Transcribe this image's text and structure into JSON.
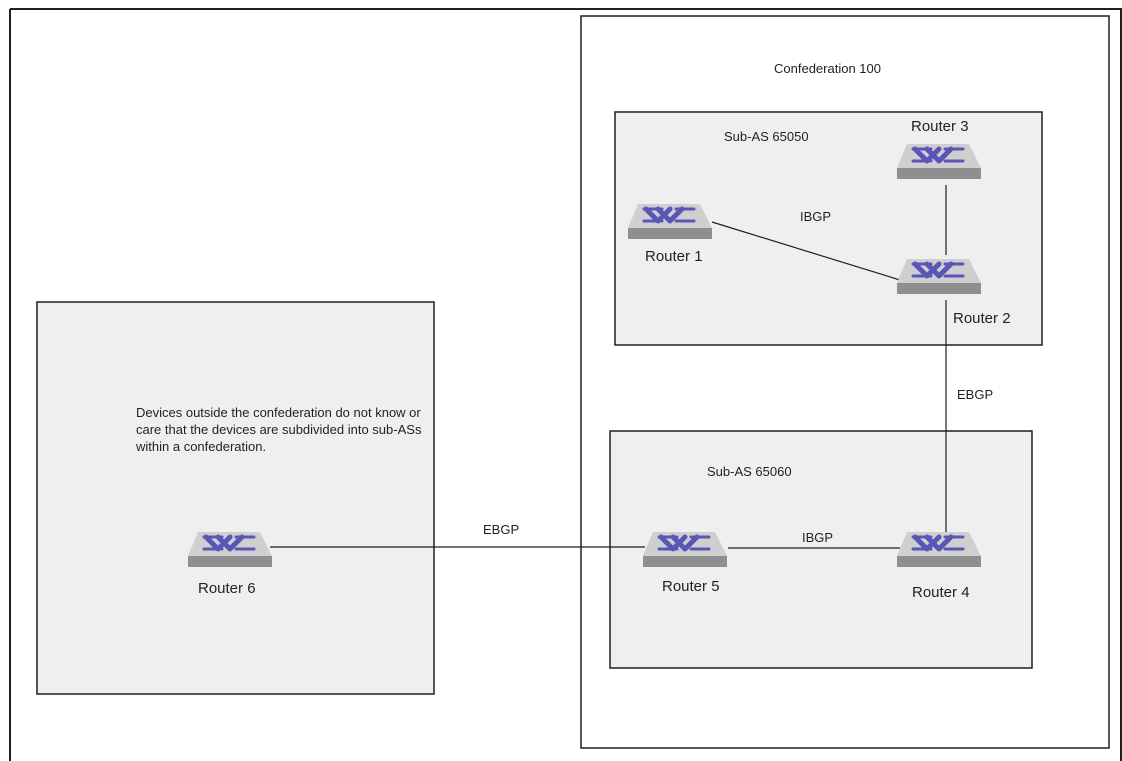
{
  "confederation": {
    "label": "Confederation 100"
  },
  "sub_as_top": {
    "label": "Sub-AS 65050"
  },
  "sub_as_bottom": {
    "label": "Sub-AS 65060"
  },
  "external_as": {
    "note": "Devices outside the confederation do not know or care that the devices are subdivided into sub-ASs within a confederation."
  },
  "routers": {
    "r1": "Router 1",
    "r2": "Router 2",
    "r3": "Router 3",
    "r4": "Router 4",
    "r5": "Router 5",
    "r6": "Router 6"
  },
  "links": {
    "r1_r2": "IBGP",
    "r2_r4": "EBGP",
    "r5_r4": "IBGP",
    "r6_r5": "EBGP"
  },
  "colors": {
    "box_fill": "#efefef",
    "line": "#231f20",
    "router_top": "#cfcfd0",
    "router_side": "#8f8f91",
    "router_arrow": "#5a56b8"
  }
}
